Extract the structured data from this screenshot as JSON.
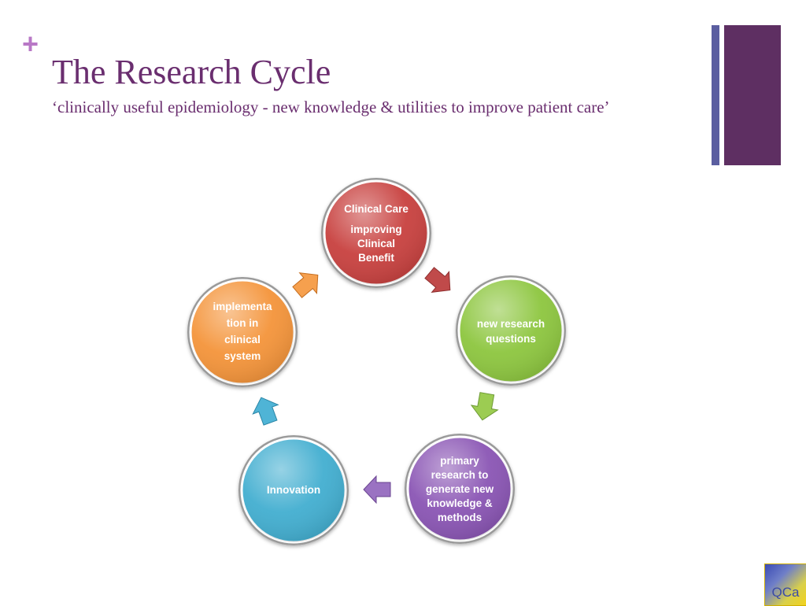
{
  "slide": {
    "plus_marker": "+",
    "title": "The Research Cycle",
    "subtitle": "‘clinically useful epidemiology - new knowledge & utilities to improve patient care’"
  },
  "cycle": {
    "nodes": [
      {
        "id": "clinical-care",
        "lines": [
          "Clinical  Care",
          "improving",
          "Clinical",
          "Benefit"
        ],
        "color": "#c8413f"
      },
      {
        "id": "new-research-questions",
        "lines": [
          "new research",
          "questions"
        ],
        "color": "#8dc63f"
      },
      {
        "id": "primary-research",
        "lines": [
          "primary",
          "research to",
          "generate new",
          "knowledge &",
          "methods"
        ],
        "color": "#8a55b4"
      },
      {
        "id": "innovation",
        "lines": [
          "Innovation"
        ],
        "color": "#42aed0"
      },
      {
        "id": "implementation",
        "lines": [
          "implementa",
          "tion in",
          "clinical",
          "system"
        ],
        "color": "#f4943a"
      }
    ]
  },
  "logo": {
    "text": "QCa"
  }
}
